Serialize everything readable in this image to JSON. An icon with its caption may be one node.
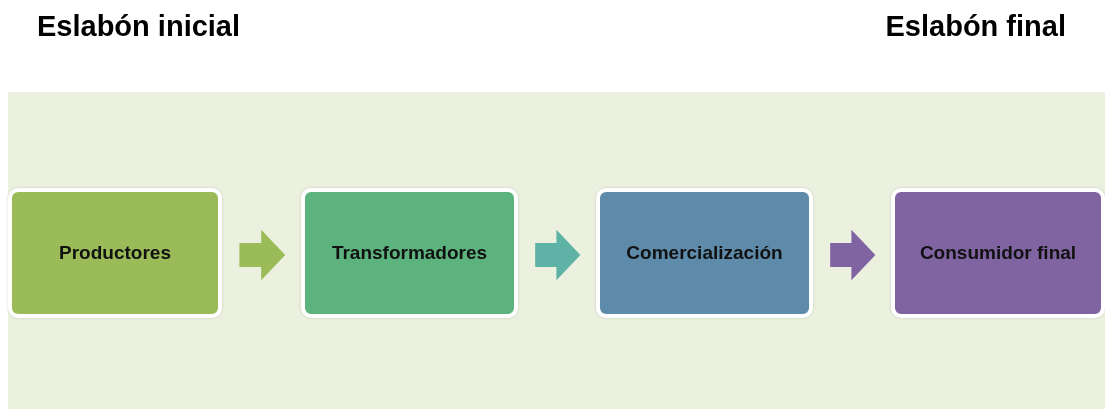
{
  "diagram": {
    "nodes": [
      {
        "text": [],
        "shape": "box"
      },
      {
        "text": [
          "Productores"
        ],
        "in": 0
      },
      {
        "text": [
          "Transformadores"
        ],
        "in": 0
      },
      {
        "text": [
          "Comercialización"
        ],
        "in": 0
      },
      {
        "text": [
          "Consumidor final"
        ],
        "in": 0
      }
    ],
    "edges": [
      {
        "from": 1,
        "to": 2,
        "arrow": "to",
        "style": "thick",
        "color": "#9bbb59"
      },
      {
        "from": 2,
        "to": 3,
        "arrow": "to",
        "style": "thick",
        "color": "#5fb3a6"
      },
      {
        "from": 3,
        "to": 4,
        "arrow": "to",
        "style": "thick",
        "color": "#8064a2"
      }
    ],
    "labels": [
      "Eslabón inicial",
      "Eslabón final"
    ]
  }
}
